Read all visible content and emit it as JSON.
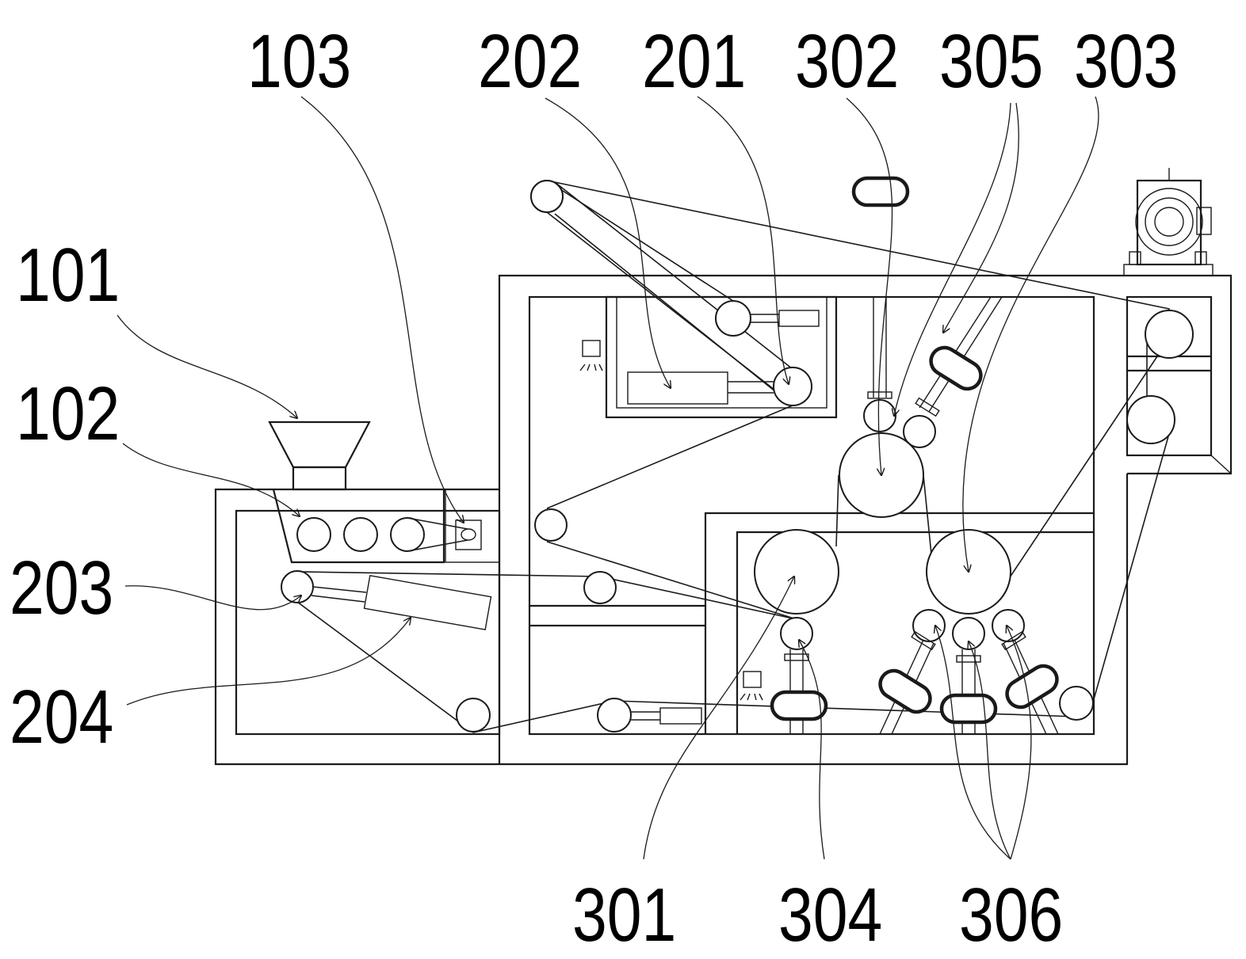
{
  "labels": {
    "l101": "101",
    "l102": "102",
    "l103": "103",
    "l201": "201",
    "l202": "202",
    "l203": "203",
    "l204": "204",
    "l301": "301",
    "l302": "302",
    "l303": "303",
    "l304": "304",
    "l305": "305",
    "l306": "306"
  },
  "colors": {
    "line": "#1a1a1a",
    "background": "#ffffff"
  }
}
